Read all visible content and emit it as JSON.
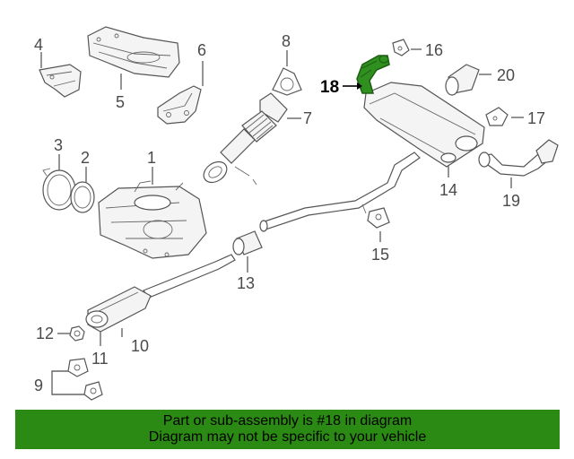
{
  "labels": {
    "p1": "1",
    "p2": "2",
    "p3": "3",
    "p4": "4",
    "p5": "5",
    "p6": "6",
    "p7": "7",
    "p8": "8",
    "p9": "9",
    "p10": "10",
    "p11": "11",
    "p12": "12",
    "p13": "13",
    "p14": "14",
    "p15": "15",
    "p16": "16",
    "p17": "17",
    "p18": "18",
    "p19": "19",
    "p20": "20"
  },
  "highlight": {
    "part": "18",
    "color": "#2f8f1f"
  },
  "banner": {
    "line1": "Part or sub-assembly is #18 in diagram",
    "line2": "Diagram may not be specific to your vehicle",
    "bg": "#2b8a13"
  }
}
